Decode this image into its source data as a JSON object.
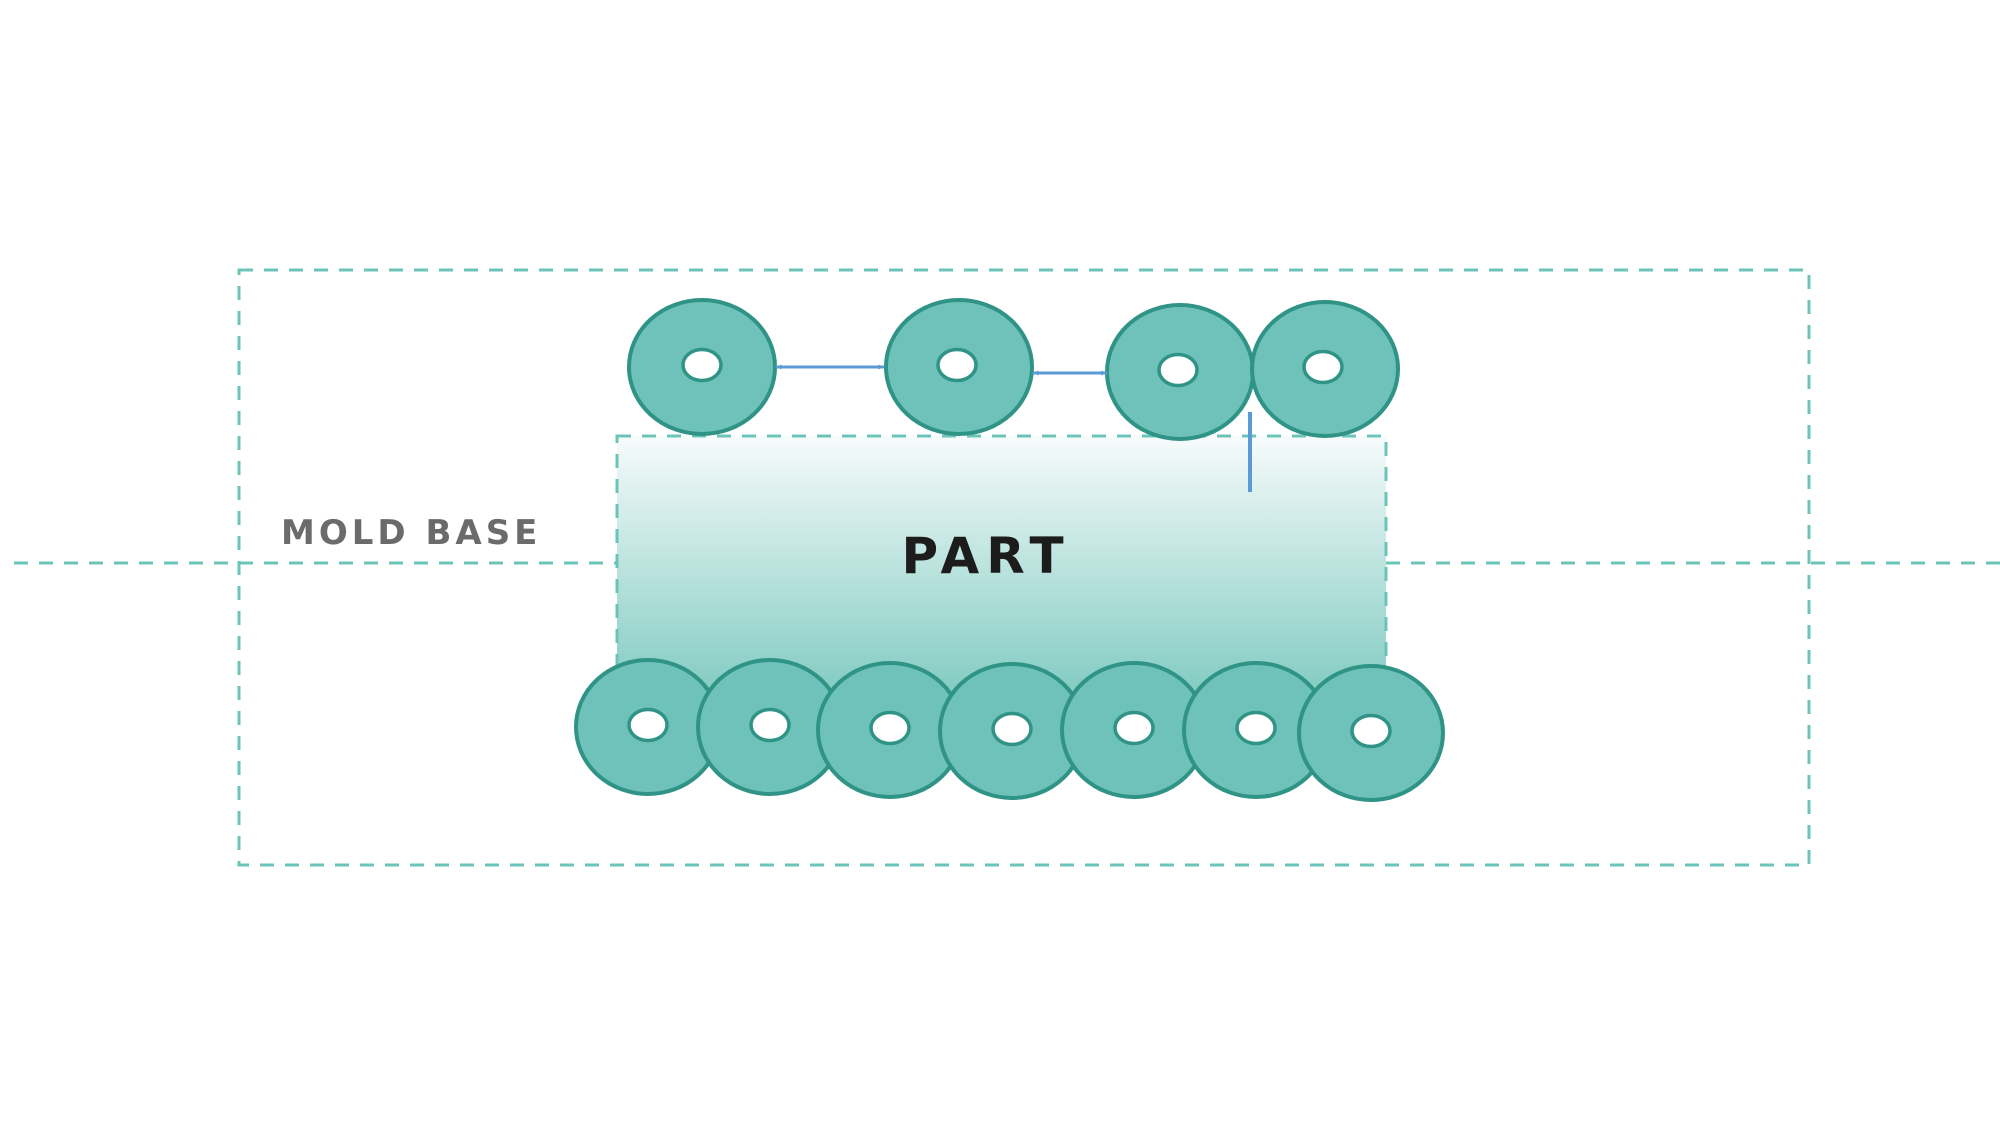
{
  "labels": {
    "mold_base": "MOLD BASE",
    "part": "PART"
  },
  "colors": {
    "background": "#ffffff",
    "dash": "#6cc4b9",
    "channel_fill": "#6fc2b9",
    "channel_stroke": "#2f9385",
    "hole_fill": "#ffffff",
    "arrow": "#5b9bd5",
    "part_gradient_top": "#f7fbfb",
    "part_gradient_bottom": "#7cc9bf",
    "mold_base_text": "#6b6b6b",
    "part_text": "#1c1c1c"
  },
  "top_channel_count": 4,
  "bottom_channel_count": 7
}
